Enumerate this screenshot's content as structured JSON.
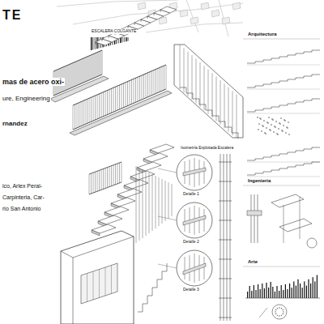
{
  "diagram": {
    "title": "TE",
    "labels": [
      "ESCALERA COLGANTE",
      "mas de acero oxi-",
      "ure, Engineering",
      "rnandez",
      "ico, Arlex Peral-",
      "Carpinteria, Car-",
      "rio San Antonio",
      "Arquitectura",
      "Isometría Explotada Escalera",
      "Detalle 1",
      "Detalle 2",
      "Detalle 3",
      "Ingenieria",
      "Arte"
    ]
  }
}
